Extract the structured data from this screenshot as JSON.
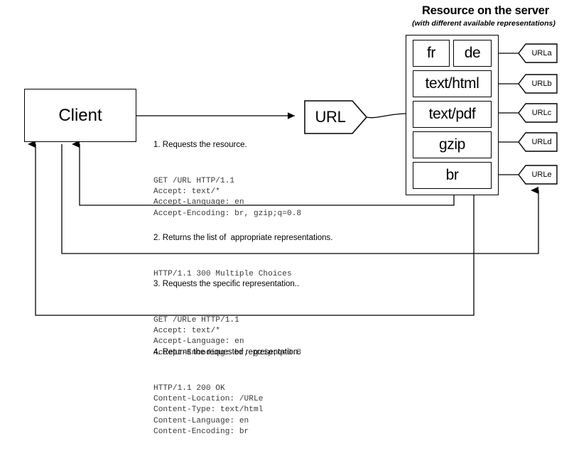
{
  "server": {
    "title": "Resource on the server",
    "subtitle": "(with different available representations)",
    "representations": [
      {
        "id": "fr",
        "label": "fr",
        "url": "URLa"
      },
      {
        "id": "de",
        "label": "de",
        "url": "URLa"
      },
      {
        "id": "text-html",
        "label": "text/html",
        "url": "URLb"
      },
      {
        "id": "text-pdf",
        "label": "text/pdf",
        "url": "URLc"
      },
      {
        "id": "gzip",
        "label": "gzip",
        "url": "URLd"
      },
      {
        "id": "br",
        "label": "br",
        "url": "URLe"
      }
    ],
    "url_tags": [
      "URLa",
      "URLb",
      "URLc",
      "URLd",
      "URLe"
    ]
  },
  "client": {
    "label": "Client"
  },
  "url_node": {
    "label": "URL"
  },
  "steps": [
    {
      "number": "1",
      "title": "1. Requests the resource.",
      "body": "GET /URL HTTP/1.1\nAccept: text/*\nAccept-Language: en\nAccept-Encoding: br, gzip;q=0.8"
    },
    {
      "number": "2",
      "title": "2. Returns the list of  appropriate representations.",
      "body": "HTTP/1.1 300 Multiple Choices"
    },
    {
      "number": "3",
      "title": "3. Requests the specific representation..",
      "body": "GET /URLe HTTP/1.1\nAccept: text/*\nAccept-Language: en\nAccept-Encoding: br, gzip;q=0.8"
    },
    {
      "number": "4",
      "title": "4. Returns the requested representation.",
      "body": "HTTP/1.1 200 OK\nContent-Location: /URLe\nContent-Type: text/html\nContent-Language: en\nContent-Encoding: br"
    }
  ],
  "colors": {
    "stroke": "#000000",
    "background": "#ffffff",
    "mono_text": "#3a3a3a"
  }
}
